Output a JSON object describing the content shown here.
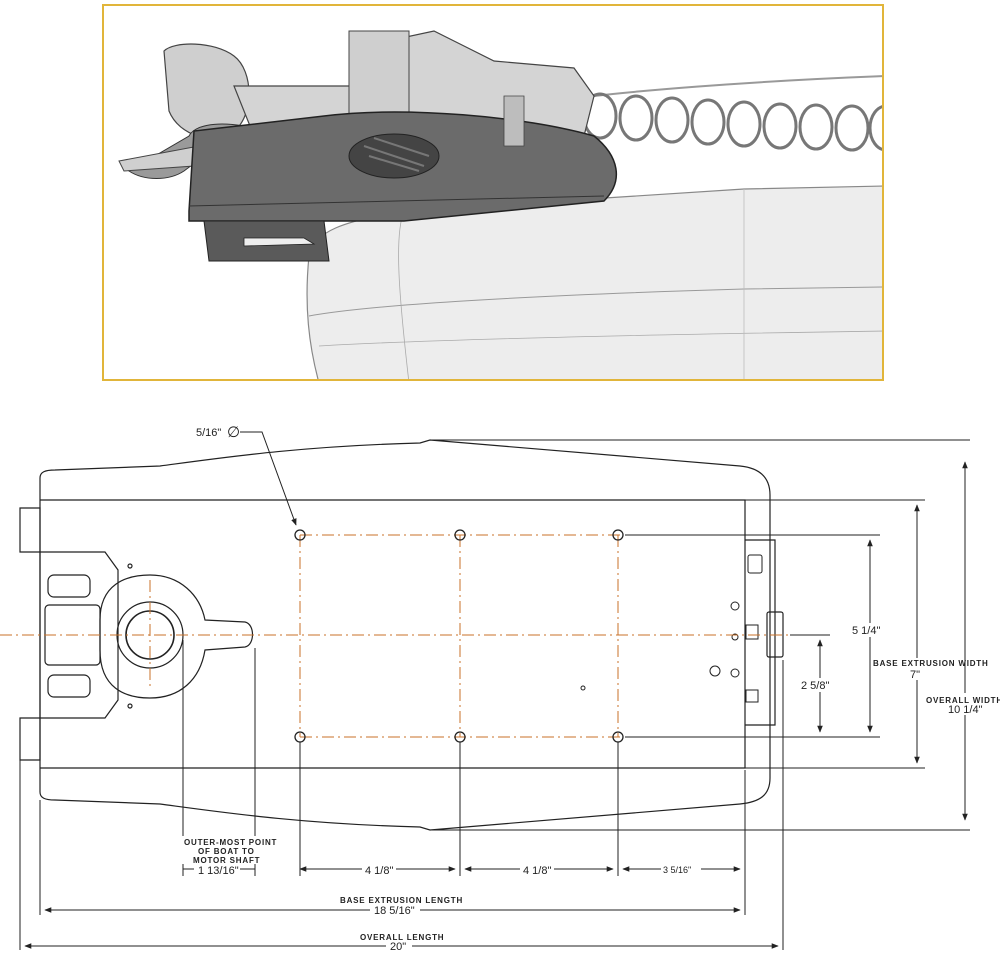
{
  "frame": {
    "accent": "#e1b53a",
    "line": "#222222",
    "centerline": "#c8722a"
  },
  "product_view": {
    "icons": [
      "trolling-motor-mount",
      "coiled-cable",
      "boat-bow"
    ]
  },
  "drawing": {
    "hole_diameter": "5/16\"",
    "hole_diameter_symbol": "∅",
    "dims": {
      "row_spacing": "5 1/4\"",
      "offset_to_center": "2 5/8\"",
      "base_extrusion_width_label": "BASE EXTRUSION WIDTH",
      "base_extrusion_width_value": "7\"",
      "overall_width_label": "OVERALL WIDTH",
      "overall_width_value": "10 1/4\"",
      "outer_point_note_1": "OUTER-MOST POINT",
      "outer_point_note_2": "OF BOAT TO",
      "outer_point_note_3": "MOTOR SHAFT",
      "outer_point_value": "1 13/16\"",
      "hole_spacing_1": "4 1/8\"",
      "hole_spacing_2": "4 1/8\"",
      "end_offset": "3 5/16\"",
      "base_extrusion_length_label": "BASE EXTRUSION LENGTH",
      "base_extrusion_length_value": "18 5/16\"",
      "overall_length_label": "OVERALL LENGTH",
      "overall_length_value": "20\""
    }
  }
}
